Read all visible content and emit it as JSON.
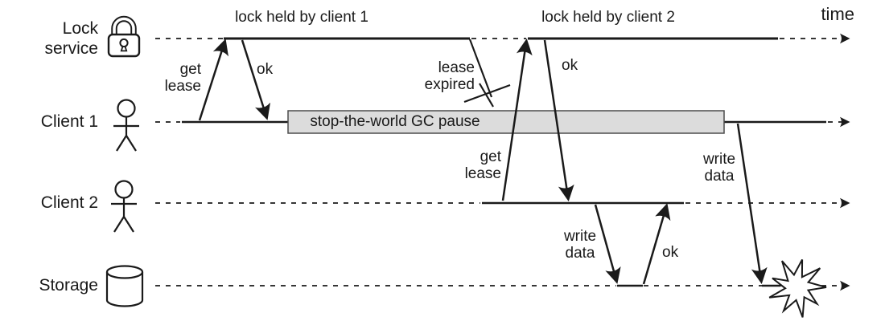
{
  "time_label": "time",
  "actors": {
    "lock_service": {
      "line1": "Lock",
      "line2": "service",
      "icon": "padlock-icon"
    },
    "client1": {
      "label": "Client 1",
      "icon": "person-icon"
    },
    "client2": {
      "label": "Client 2",
      "icon": "person-icon"
    },
    "storage": {
      "label": "Storage",
      "icon": "database-icon"
    }
  },
  "spans": {
    "lock_held_by_client1": "lock held by client 1",
    "lock_held_by_client2": "lock held by client 2",
    "gc_pause": "stop-the-world GC pause"
  },
  "events": {
    "lease_expired": {
      "line1": "lease",
      "line2": "expired"
    },
    "write_conflict_icon": "explosion-icon"
  },
  "messages": {
    "c1_get_lease": {
      "line1": "get",
      "line2": "lease"
    },
    "c1_ok": "ok",
    "c2_get_lease": {
      "line1": "get",
      "line2": "lease"
    },
    "c2_ok": "ok",
    "c2_write_data": {
      "line1": "write",
      "line2": "data"
    },
    "storage_ok": "ok",
    "c1_write_data": {
      "line1": "write",
      "line2": "data"
    }
  },
  "colors": {
    "stroke": "#1a1a1a",
    "gc_box_fill": "#dcdcdc",
    "gc_box_border": "#4d4d4d",
    "background": "#ffffff"
  }
}
